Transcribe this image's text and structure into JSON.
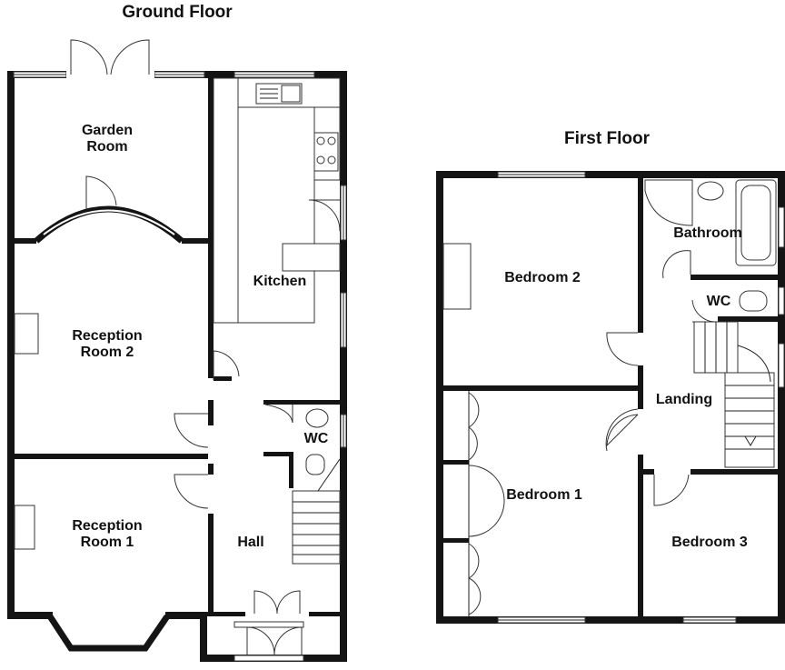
{
  "floors": {
    "ground": {
      "title": "Ground Floor",
      "rooms": {
        "garden_room": [
          "Garden",
          "Room"
        ],
        "reception_room_2": [
          "Reception",
          "Room 2"
        ],
        "reception_room_1": [
          "Reception",
          "Room 1"
        ],
        "kitchen": "Kitchen",
        "wc": "WC",
        "hall": "Hall"
      }
    },
    "first": {
      "title": "First Floor",
      "rooms": {
        "bedroom_2": "Bedroom 2",
        "bedroom_1": "Bedroom 1",
        "bedroom_3": "Bedroom 3",
        "bathroom": "Bathroom",
        "wc": "WC",
        "landing": "Landing"
      }
    }
  },
  "colors": {
    "wall": "#141414",
    "background": "#ffffff",
    "line": "#333333"
  }
}
